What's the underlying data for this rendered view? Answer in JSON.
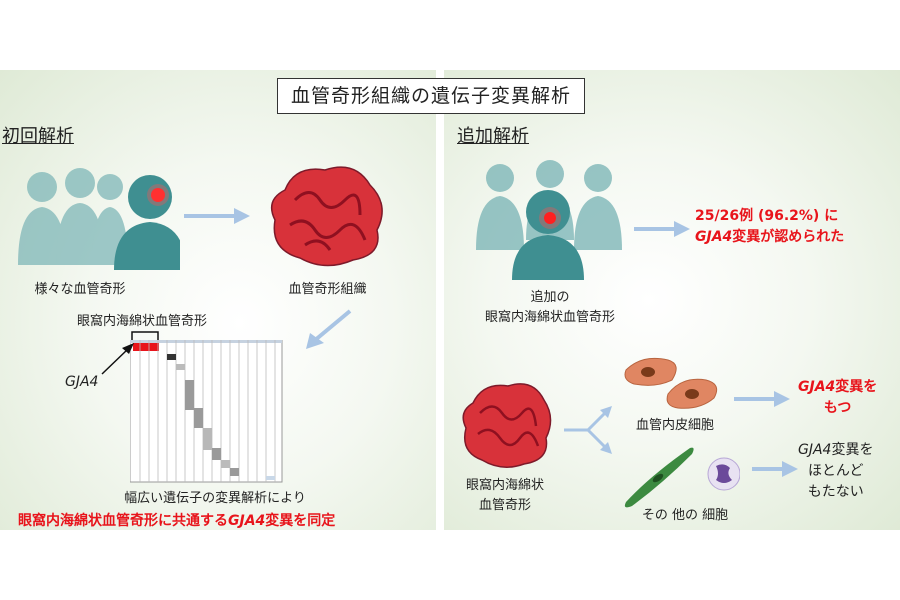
{
  "title": "血管奇形組織の遺伝子変異解析",
  "left": {
    "heading": "初回解析",
    "people_label": "様々な血管奇形",
    "tissue_label": "血管奇形組織",
    "heatmap_bracket_label": "眼窩内海綿状血管奇形",
    "gene_label": "GJA4",
    "conclusion_line1": "幅広い遺伝子の変異解析により",
    "conclusion_line2_prefix": "眼窩内海綿状血管奇形に共通する",
    "conclusion_gene": "GJA4",
    "conclusion_line2_suffix": "変異を同定"
  },
  "right": {
    "heading": "追加解析",
    "people_label_line1": "追加の",
    "people_label_line2": "眼窩内海綿状血管奇形",
    "result_line1": "25/26例 (96.2%) に",
    "result_gene": "GJA4",
    "result_line2_suffix": "変異が認められた",
    "tissue_label_line1": "眼窩内海綿状",
    "tissue_label_line2": "血管奇形",
    "endothelial_label": "血管内皮細胞",
    "other_cells_label": "その 他の 細胞",
    "endo_result_gene": "GJA4",
    "endo_result_line1_suffix": "変異を",
    "endo_result_line2": "もつ",
    "other_result_gene": "GJA4",
    "other_result_line1_suffix": "変異を",
    "other_result_line2": "ほとんど",
    "other_result_line3": "もたない"
  },
  "colors": {
    "accent_red": "#e8141b",
    "person_teal": "#3f8f91",
    "arrow_blue": "#a8c4e4",
    "tissue_red": "#d8323a"
  }
}
